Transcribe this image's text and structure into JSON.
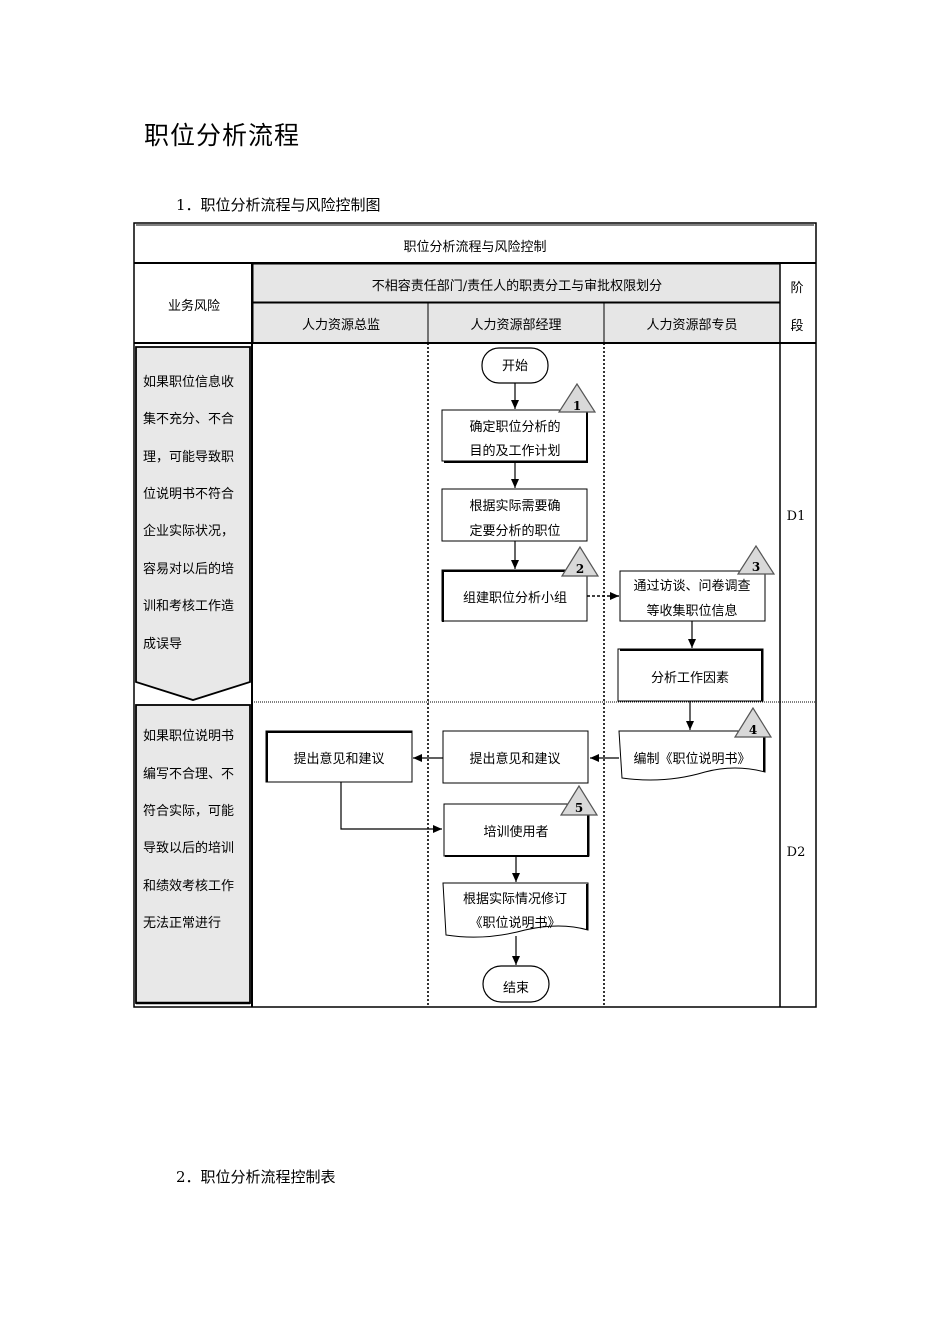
{
  "page_title": "职位分析流程",
  "section1_title": "1．职位分析流程与风险控制图",
  "section2_title": "2．职位分析流程控制表",
  "diagram": {
    "header": "职位分析流程与风险控制",
    "risk_col_title": "业务风险",
    "dept_header": "不相容责任部门/责任人的职责分工与审批权限划分",
    "stage_col": [
      "阶",
      "段"
    ],
    "roles": [
      "人力资源总监",
      "人力资源部经理",
      "人力资源部专员"
    ],
    "risk1": [
      "如果职位信息收",
      "集不充分、不合",
      "理，可能导致职",
      "位说明书不符合",
      "企业实际状况，",
      "容易对以后的培",
      "训和考核工作造",
      "成误导"
    ],
    "risk2": [
      "如果职位说明书",
      "编写不合理、不",
      "符合实际，可能",
      "导致以后的培训",
      "和绩效考核工作",
      "无法正常进行"
    ],
    "stages": [
      "D1",
      "D2"
    ],
    "nodes": {
      "start": "开始",
      "determine": [
        "确定职位分析的",
        "目的及工作计划"
      ],
      "select": [
        "根据实际需要确",
        "定要分析的职位"
      ],
      "team": "组建职位分析小组",
      "collect": [
        "通过访谈、问卷调查",
        "等收集职位信息"
      ],
      "analyze": "分析工作因素",
      "write": "编制《职位说明书》",
      "opinion_mgr": "提出意见和建议",
      "opinion_dir": "提出意见和建议",
      "train": "培训使用者",
      "revise": [
        "根据实际情况修订",
        "《职位说明书》"
      ],
      "end": "结束"
    },
    "control_points": [
      "1",
      "2",
      "3",
      "4",
      "5"
    ]
  }
}
